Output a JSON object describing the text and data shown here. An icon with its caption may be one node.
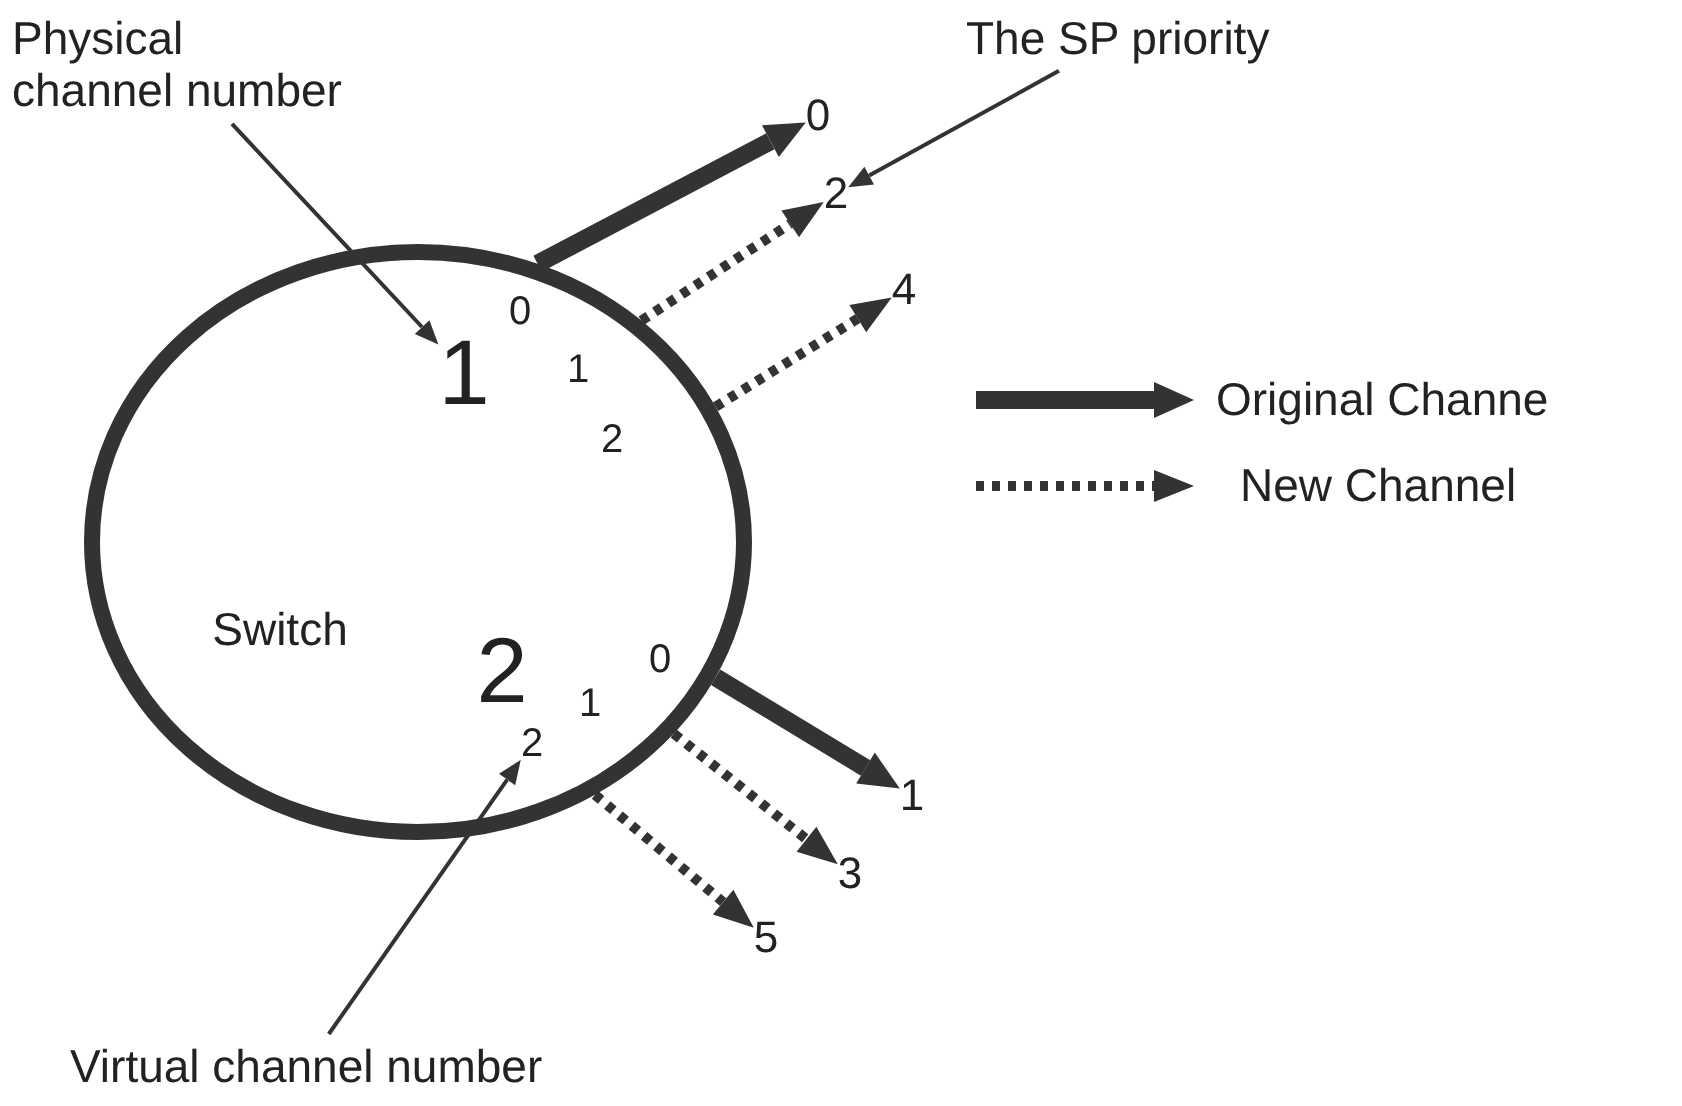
{
  "diagram": {
    "nodes": [
      {
        "text": [
          "Switch"
        ]
      },
      {
        "text": [
          "1"
        ],
        "in": 0
      },
      {
        "text": [
          "0"
        ],
        "in": 0
      },
      {
        "text": [
          "1"
        ],
        "in": 0
      },
      {
        "text": [
          "2"
        ],
        "in": 0
      },
      {
        "text": [
          "2"
        ],
        "in": 0
      },
      {
        "text": [
          "0"
        ],
        "in": 0
      },
      {
        "text": [
          "1"
        ],
        "in": 0
      },
      {
        "text": [
          "2"
        ],
        "in": 0
      },
      {
        "text": [
          "0"
        ]
      },
      {
        "text": [
          "2"
        ]
      },
      {
        "text": [
          "4"
        ]
      },
      {
        "text": [
          "1"
        ]
      },
      {
        "text": [
          "3"
        ]
      },
      {
        "text": [
          "5"
        ]
      },
      {
        "text": [
          "Physical channel number"
        ]
      },
      {
        "text": [
          "The SP priority"
        ]
      },
      {
        "text": [
          "Virtual channel number"
        ]
      }
    ],
    "edges": [
      {
        "from": 0,
        "to": 9,
        "arrow": "to",
        "style": "thick"
      },
      {
        "from": 0,
        "to": 10,
        "arrow": "to",
        "style": "dashed"
      },
      {
        "from": 0,
        "to": 11,
        "arrow": "to",
        "style": "dashed"
      },
      {
        "from": 0,
        "to": 12,
        "arrow": "to",
        "style": "thick"
      },
      {
        "from": 0,
        "to": 13,
        "arrow": "to",
        "style": "dashed"
      },
      {
        "from": 0,
        "to": 14,
        "arrow": "to",
        "style": "dashed"
      },
      {
        "from": 15,
        "to": 1,
        "arrow": "to"
      },
      {
        "from": 16,
        "to": 10,
        "arrow": "to"
      },
      {
        "from": 17,
        "to": 8,
        "arrow": "to"
      }
    ],
    "legend": [
      {
        "text": "Original Channe"
      },
      {
        "text": "New Channel"
      }
    ]
  }
}
